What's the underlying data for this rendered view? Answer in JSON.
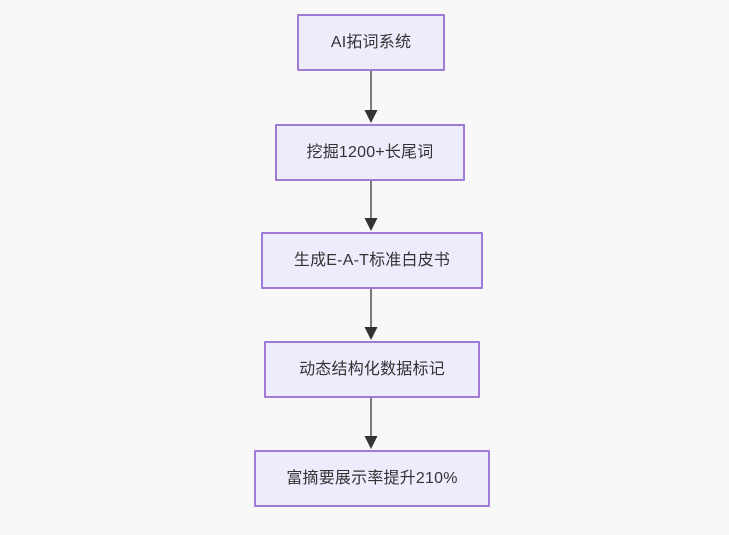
{
  "diagram": {
    "type": "flowchart",
    "direction": "top-down",
    "background_color": "#f8f8f8",
    "node_fill_color": "#ececfd",
    "node_border_color": "#9f7bd4",
    "node_text_color": "#333333",
    "edge_color": "#7a7a7a",
    "arrowhead_color": "#333333",
    "nodes": [
      {
        "id": "n1",
        "label": "AI拓词系统"
      },
      {
        "id": "n2",
        "label": "挖掘1200+长尾词"
      },
      {
        "id": "n3",
        "label": "生成E-A-T标准白皮书"
      },
      {
        "id": "n4",
        "label": "动态结构化数据标记"
      },
      {
        "id": "n5",
        "label": "富摘要展示率提升210%"
      }
    ],
    "edges": [
      {
        "from": "n1",
        "to": "n2",
        "label": ""
      },
      {
        "from": "n2",
        "to": "n3",
        "label": ""
      },
      {
        "from": "n3",
        "to": "n4",
        "label": ""
      },
      {
        "from": "n4",
        "to": "n5",
        "label": ""
      }
    ]
  }
}
